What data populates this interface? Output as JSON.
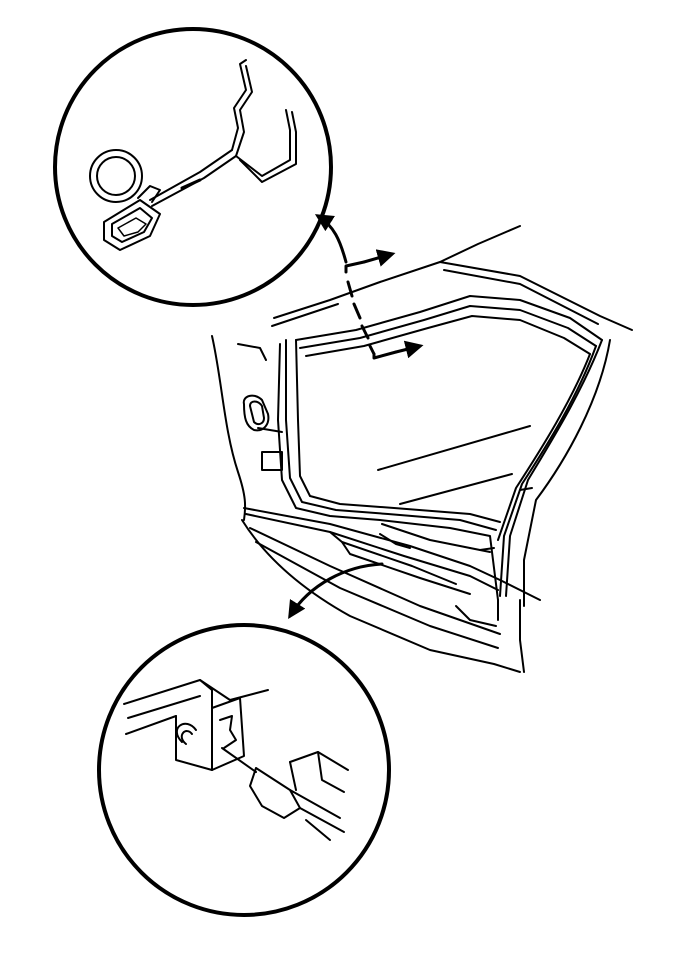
{
  "diagram": {
    "ink_color": "#000000",
    "background_color": "#ffffff",
    "views": [
      {
        "name": "body-door-opening",
        "kind": "main-view"
      },
      {
        "name": "clip-detail",
        "kind": "magnified-detail",
        "shows": "retaining-clip"
      },
      {
        "name": "weatherstrip-detail",
        "kind": "magnified-detail",
        "shows": "weatherstrip-channel-with-tool"
      }
    ],
    "callouts": [
      {
        "name": "clip-detail-arrow",
        "points_to": "clip-detail"
      },
      {
        "name": "weatherstrip-detail-arrow",
        "points_to": "weatherstrip-detail"
      },
      {
        "name": "section-arrow-upper",
        "kind": "section-line-arrow"
      },
      {
        "name": "section-arrow-lower",
        "kind": "section-line-arrow"
      }
    ]
  }
}
